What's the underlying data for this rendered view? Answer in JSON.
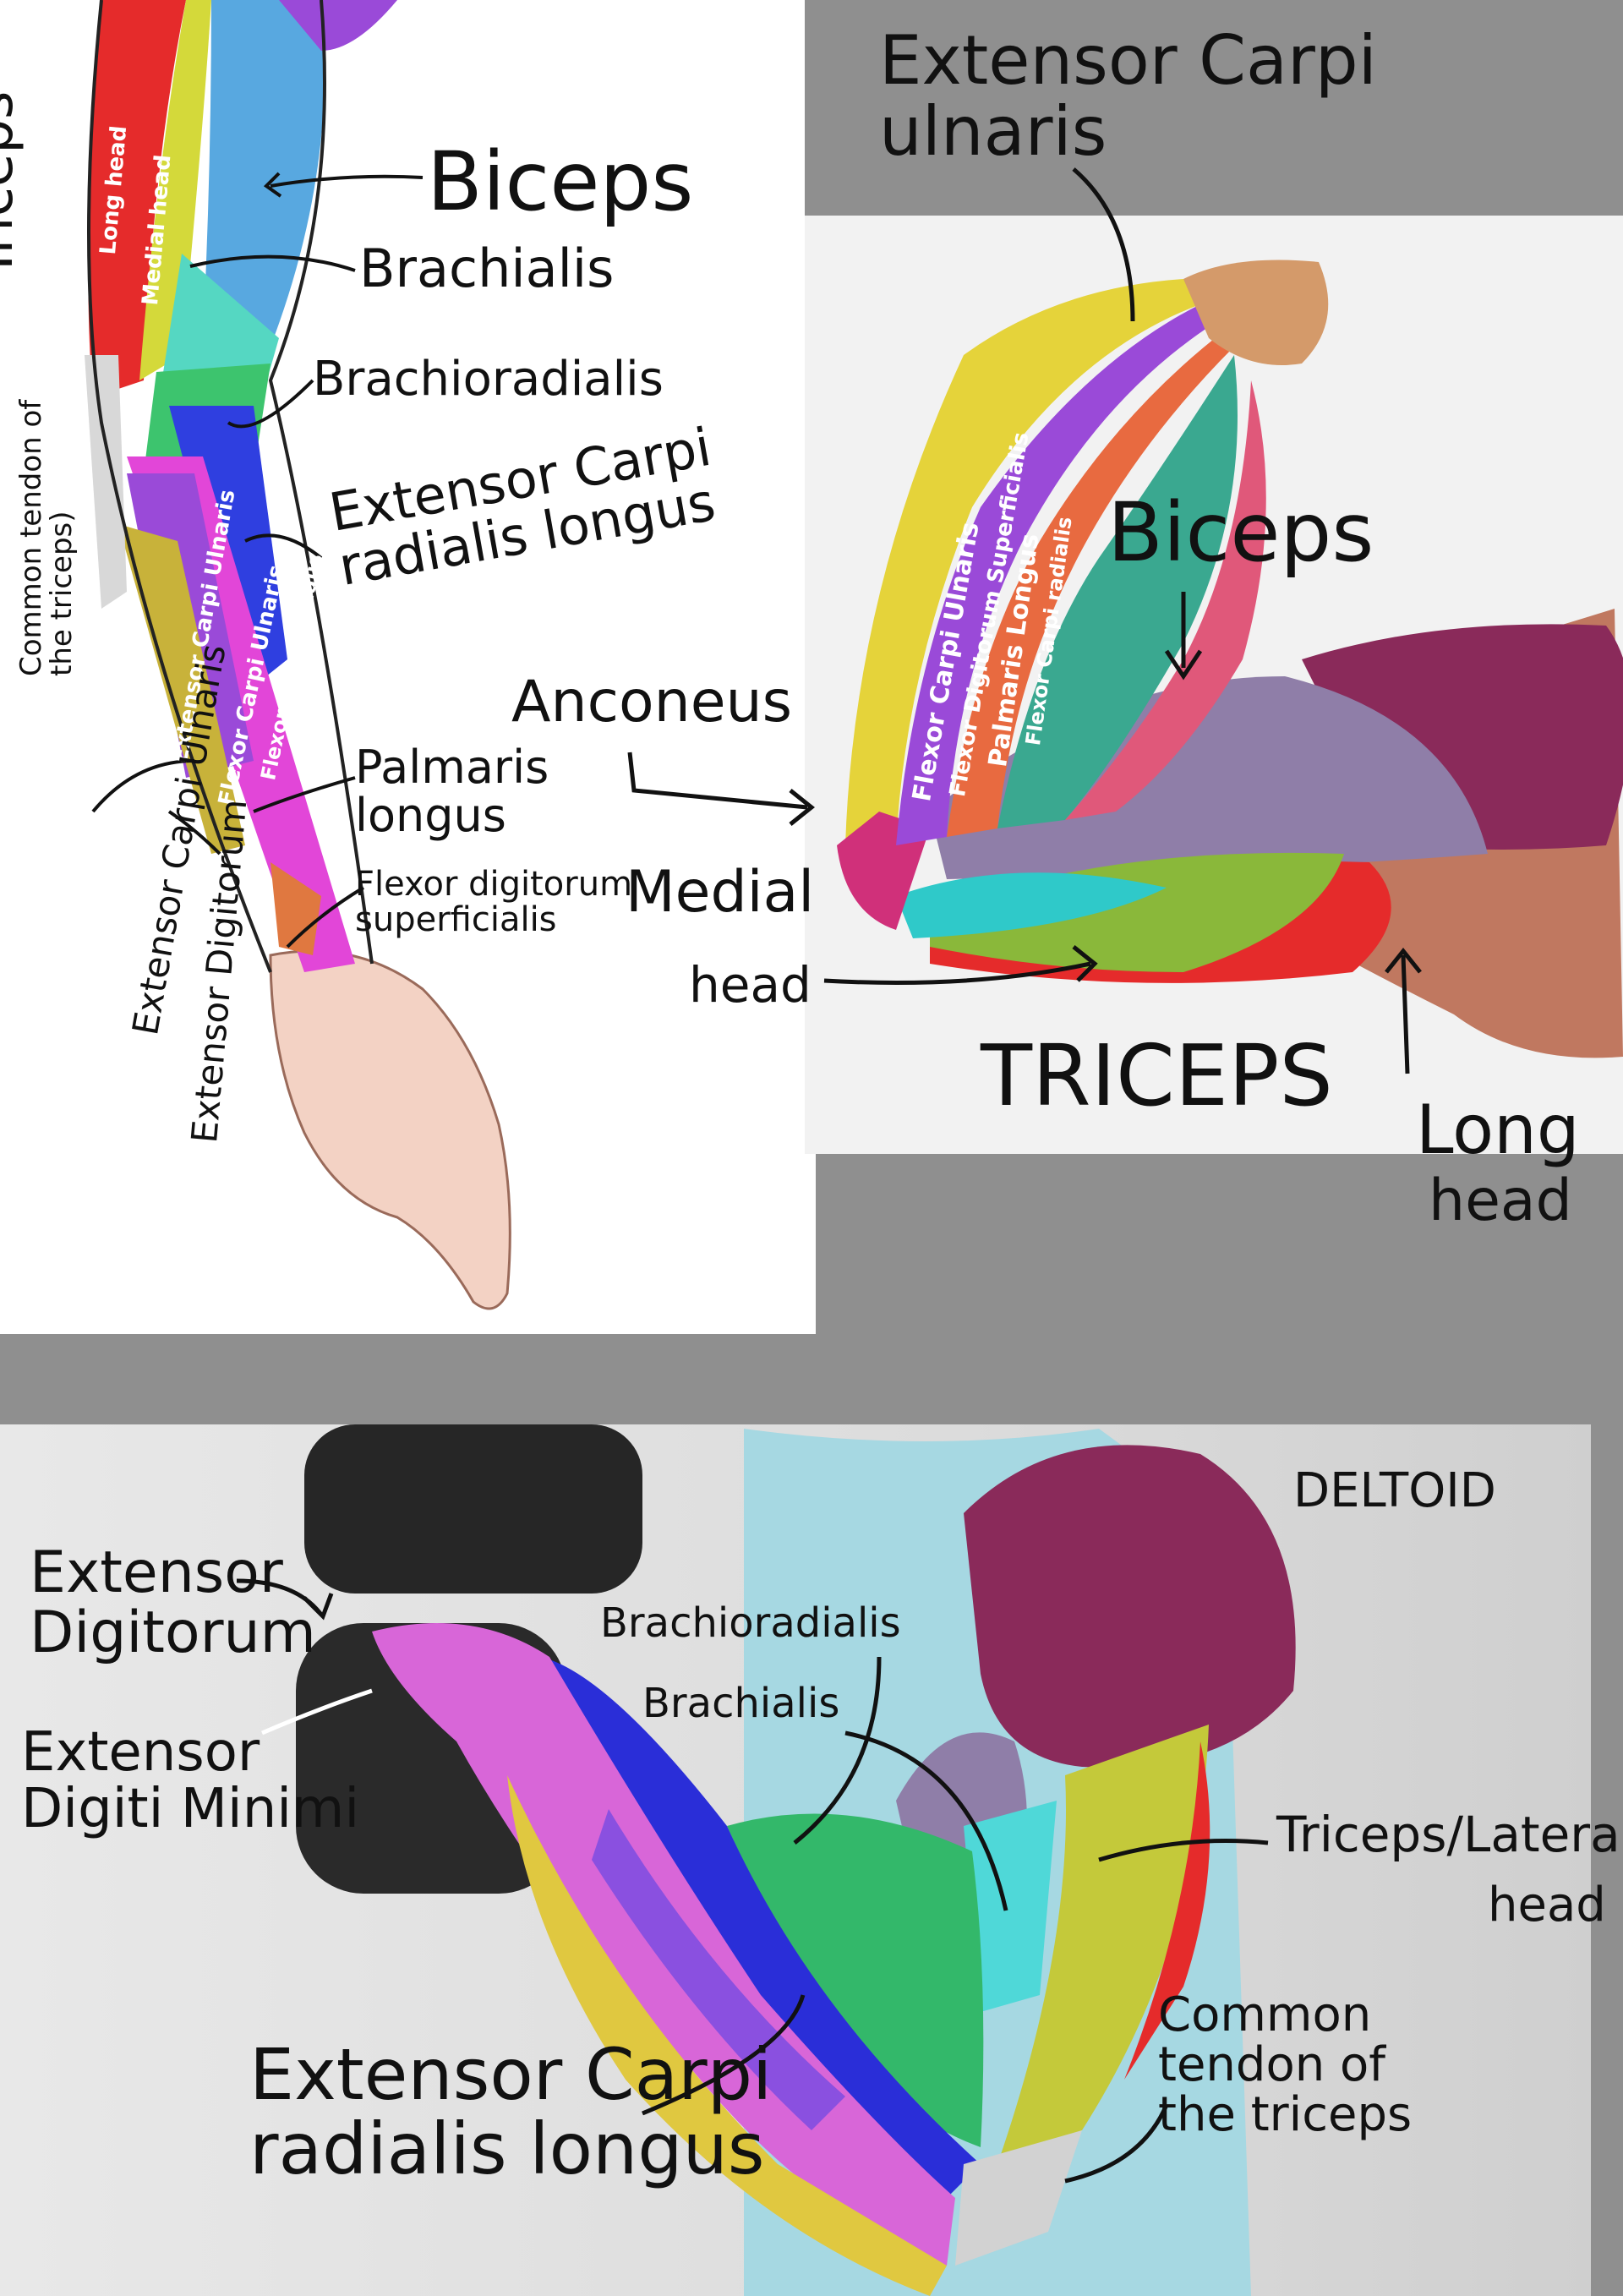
{
  "panel1": {
    "triceps": "Triceps",
    "long_head": "Long head",
    "medial_head": "Medial head",
    "common_tendon": "Common tendon of\nthe triceps)",
    "biceps": "Biceps",
    "brachialis": "Brachialis",
    "brachioradialis": "Brachioradialis",
    "ecrl": "Extensor Carpi\nradialis longus",
    "ecu_inner": "Extensor Carpi Ulnaris",
    "fcu_inner": "Flexor Carpi Ulnaris",
    "fcr_inner": "Flexor Carpi radialis",
    "ecu_outer": "Extensor Carpi Ulnaris",
    "ed_outer": "Extensor Digitorum",
    "palmaris": "Palmaris\nlongus",
    "fds": "Flexor digitorum\nsuperficialis"
  },
  "panel2": {
    "ecu": "Extensor Carpi\nulnaris",
    "biceps": "Biceps",
    "anconeus": "Anconeus",
    "medial": "Medial",
    "head": "head",
    "triceps": "TRICEPS",
    "long": "Long",
    "long_head": "head",
    "strips": [
      "Flexor Carpi Ulnaris",
      "Flexor Digitorum Superficialis",
      "Palmaris Longus",
      "Flexor Carpi radialis"
    ]
  },
  "panel3": {
    "deltoid": "DELTOID",
    "ext_digitorum": "Extensor\nDigitorum",
    "ext_digiti_minimi": "Extensor\nDigiti Minimi",
    "brachioradialis": "Brachioradialis",
    "brachialis": "Brachialis",
    "triceps_lateral": "Triceps/Lateral",
    "lateral_head": "head",
    "common_tendon": "Common\ntendon of\nthe triceps",
    "ecrl": "Extensor Carpi\nradialis longus"
  },
  "colors": {
    "background": "#8f8f8f",
    "panel_white": "#ffffff",
    "biceps_blue": "#58a8e0",
    "triceps_red": "#e52b2b",
    "medial_yellow": "#d4d93a",
    "brachialis_teal": "#55d7c2",
    "brachioradialis_green": "#3dc46e",
    "ecrl_blue": "#2f3fe0",
    "flexor_magenta": "#e246d8",
    "flexor_purple": "#9a4ad8",
    "deltoid_maroon": "#8a2a5a",
    "biceps_lavender": "#8f7ea8"
  }
}
